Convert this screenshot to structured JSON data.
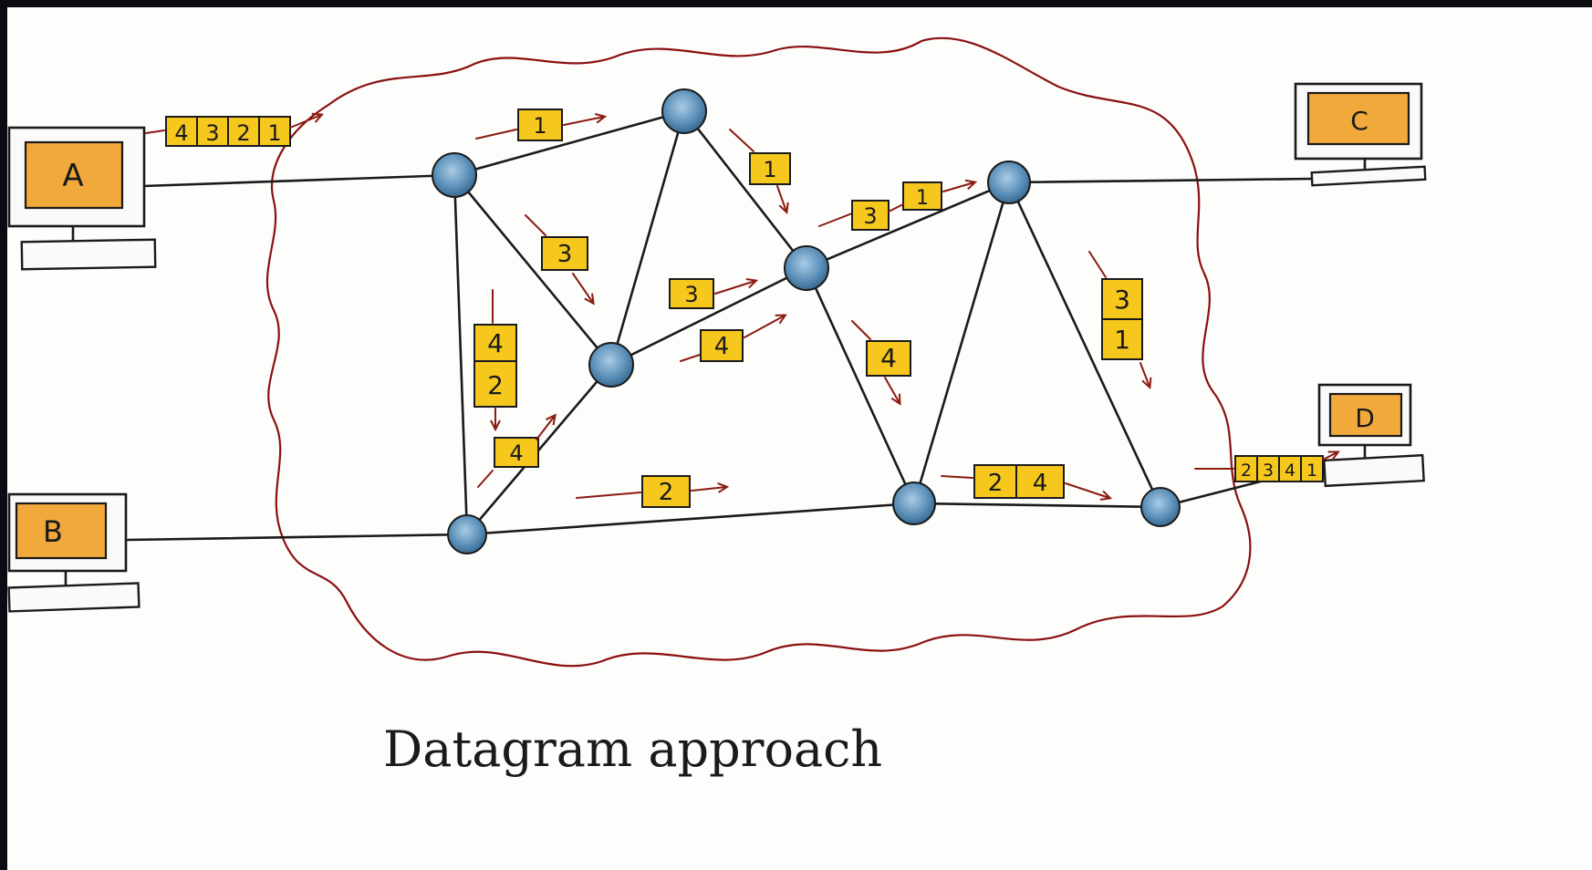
{
  "caption": "Datagram approach",
  "hosts": {
    "A": "A",
    "B": "B",
    "C": "C",
    "D": "D"
  },
  "packets": {
    "source_queue": [
      "4",
      "3",
      "2",
      "1"
    ],
    "destination_queue": [
      "2",
      "3",
      "4",
      "1"
    ],
    "p1_first": "1",
    "p1_second": "1",
    "p3_first": "3",
    "p3_second": "3",
    "p4_first": "4",
    "p4_second": "4",
    "stack_left": [
      "4",
      "2"
    ],
    "p4_lower": "4",
    "p2_bottom": "2",
    "p3_p1_upper": [
      "3",
      "1"
    ],
    "p4_right": "4",
    "stack_right": [
      "3",
      "1"
    ],
    "p2_p4_bottom": [
      "2",
      "4"
    ]
  },
  "colors": {
    "packet_fill": "#f6c81e",
    "router_fill": "#5b8fb8",
    "cloud_stroke": "#8a1010",
    "display_fill": "#f0a93a"
  }
}
